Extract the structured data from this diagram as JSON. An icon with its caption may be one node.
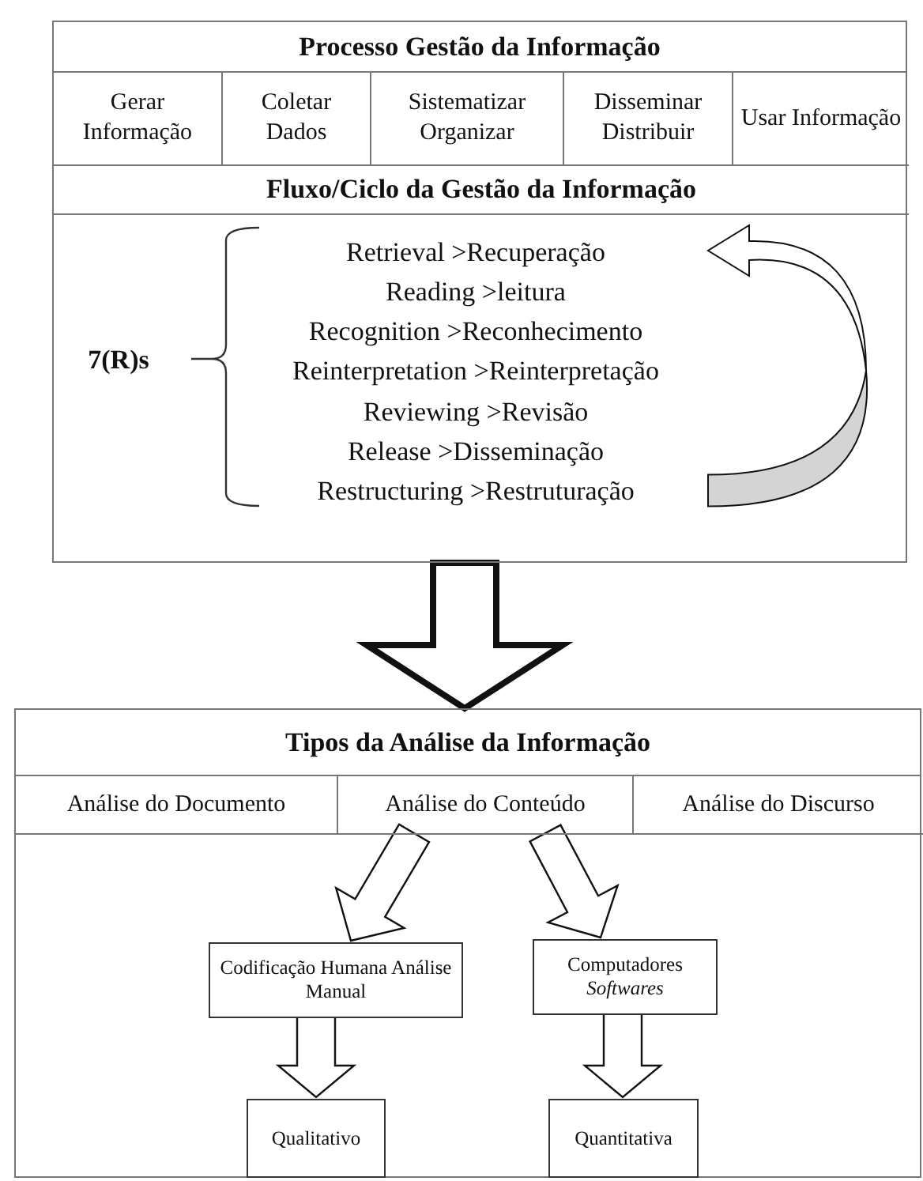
{
  "diagram": {
    "nodes": [
      {
        "text": [
          "Processo Gestão da Informação"
        ]
      },
      {
        "text": [
          "Gerar Informação"
        ],
        "in": 0
      },
      {
        "text": [
          "Coletar Dados"
        ],
        "in": 0
      },
      {
        "text": [
          "Sistematizar Organizar"
        ],
        "in": 0
      },
      {
        "text": [
          "Disseminar Distribuir"
        ],
        "in": 0
      },
      {
        "text": [
          "Usar Informação"
        ],
        "in": 0
      },
      {
        "text": [
          "Fluxo/Ciclo da Gestão da Informação"
        ],
        "in": 0
      },
      {
        "text": [
          "7(R)s"
        ],
        "in": 0
      },
      {
        "text": [
          "Retrieval >Recuperação"
        ],
        "in": 0
      },
      {
        "text": [
          "Reading >leitura"
        ],
        "in": 0
      },
      {
        "text": [
          "Recognition >Reconhecimento"
        ],
        "in": 0
      },
      {
        "text": [
          "Reinterpretation >Reinterpretação"
        ],
        "in": 0
      },
      {
        "text": [
          "Reviewing >Revisão"
        ],
        "in": 0
      },
      {
        "text": [
          "Release >Disseminação"
        ],
        "in": 0
      },
      {
        "text": [
          "Restructuring >Restruturação"
        ],
        "in": 0
      },
      {
        "text": [
          "Tipos da Análise da Informação"
        ]
      },
      {
        "text": [
          "Análise do Documento"
        ],
        "in": 15
      },
      {
        "text": [
          "Análise do Conteúdo"
        ],
        "in": 15
      },
      {
        "text": [
          "Análise do Discurso"
        ],
        "in": 15
      },
      {
        "text": [
          "Codificação Humana Análise Manual"
        ],
        "in": 15
      },
      {
        "text": [
          "Computadores *Softwares*"
        ],
        "in": 15
      },
      {
        "text": [
          "Qualitativo"
        ],
        "in": 15
      },
      {
        "text": [
          "Quantitativa"
        ],
        "in": 15
      }
    ],
    "edges": [
      {
        "from": 14,
        "to": 8,
        "arrow": "to"
      },
      {
        "from": 0,
        "to": 15,
        "arrow": "to"
      },
      {
        "from": 17,
        "to": 19,
        "arrow": "to"
      },
      {
        "from": 17,
        "to": 20,
        "arrow": "to"
      },
      {
        "from": 19,
        "to": 21,
        "arrow": "to"
      },
      {
        "from": 20,
        "to": 22,
        "arrow": "to"
      }
    ]
  }
}
